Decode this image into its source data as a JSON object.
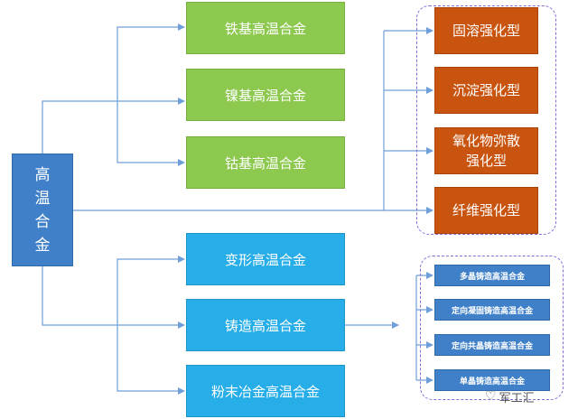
{
  "root": {
    "label": "高温合金"
  },
  "base_types": [
    {
      "label": "铁基高温合金"
    },
    {
      "label": "镍基高温合金"
    },
    {
      "label": "钴基高温合金"
    }
  ],
  "strengthening_types": [
    {
      "label": "固溶强化型"
    },
    {
      "label": "沉淀强化型"
    },
    {
      "label": "氧化物弥散强化型"
    },
    {
      "label": "纤维强化型"
    }
  ],
  "process_types": [
    {
      "label": "变形高温合金"
    },
    {
      "label": "铸造高温合金"
    },
    {
      "label": "粉末冶金高温合金"
    }
  ],
  "cast_types": [
    {
      "label": "多晶铸造高温合金"
    },
    {
      "label": "定向凝固铸造高温合金"
    },
    {
      "label": "定向共晶铸造高温合金"
    },
    {
      "label": "单晶铸造高温合金"
    }
  ],
  "watermark": {
    "label": "军工汇",
    "icon": "wechat-icon"
  },
  "colors": {
    "root": "#3f80c9",
    "base": "#8dc94f",
    "process": "#27aee8",
    "strengthening": "#c9540f",
    "cast": "#3f80c9",
    "connector": "#6f9fd8",
    "group_border": "#8a6ad4"
  }
}
